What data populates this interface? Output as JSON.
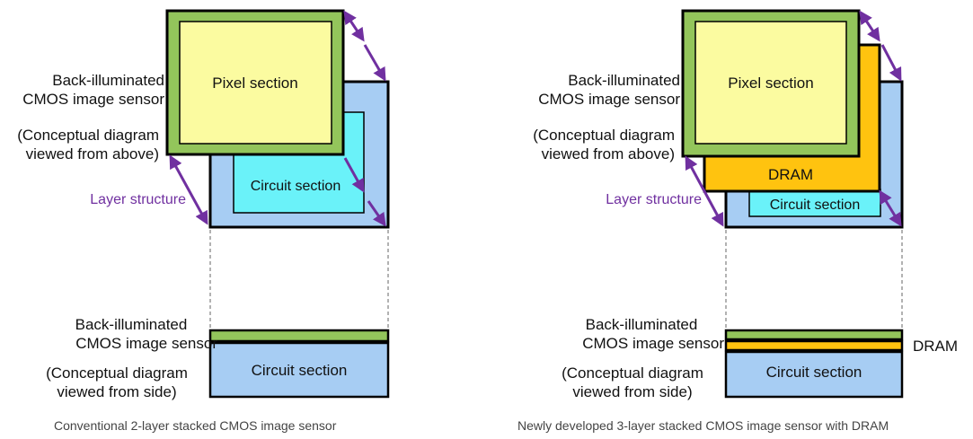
{
  "colors": {
    "green": "#93c55b",
    "pixel_yellow": "#fbfba0",
    "blue": "#a7cdf3",
    "cyan": "#6af2f9",
    "dram_orange": "#ffc30f",
    "arrow_purple": "#7030a0",
    "outline": "#000000"
  },
  "left": {
    "top_sensor_label_1": "Back-illuminated",
    "top_sensor_label_2": "CMOS image sensor",
    "top_view_label_1": "(Conceptual diagram",
    "top_view_label_2": "viewed from above)",
    "layer_structure": "Layer structure",
    "pixel_section": "Pixel section",
    "circuit_section": "Circuit section",
    "side_sensor_label_1": "Back-illuminated",
    "side_sensor_label_2": "CMOS image sensor",
    "side_view_label_1": "(Conceptual diagram",
    "side_view_label_2": "viewed from side)",
    "side_circuit_section": "Circuit section",
    "caption": "Conventional 2-layer stacked CMOS image sensor"
  },
  "right": {
    "top_sensor_label_1": "Back-illuminated",
    "top_sensor_label_2": "CMOS image sensor",
    "top_view_label_1": "(Conceptual diagram",
    "top_view_label_2": "viewed from above)",
    "layer_structure": "Layer structure",
    "pixel_section": "Pixel section",
    "dram": "DRAM",
    "circuit_section": "Circuit section",
    "side_sensor_label_1": "Back-illuminated",
    "side_sensor_label_2": "CMOS image sensor",
    "side_view_label_1": "(Conceptual diagram",
    "side_view_label_2": "viewed from side)",
    "side_dram": "DRAM",
    "side_circuit_section": "Circuit section",
    "caption": "Newly developed 3-layer stacked CMOS image sensor with DRAM"
  }
}
